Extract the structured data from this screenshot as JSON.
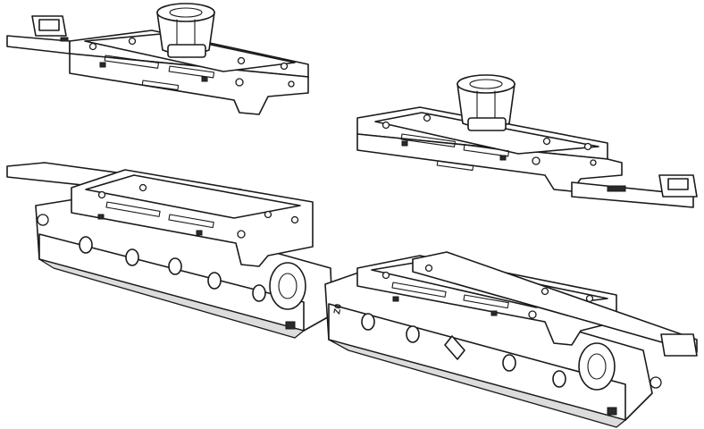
{
  "figure": {
    "style": "monochrome line-art technical drawing",
    "colors": {
      "line": "#1a1a1a",
      "background": "#ffffff",
      "shade": "#dcdcdc"
    },
    "parts": [
      {
        "id": "mounting-plate-top-left",
        "kind": "mounting plate with adjusting knob"
      },
      {
        "id": "mounting-plate-top-right",
        "kind": "mounting plate with adjusting knob"
      },
      {
        "id": "roller-carriage-bottom-left",
        "kind": "roller carriage with mounting plate"
      },
      {
        "id": "roller-carriage-bottom-right",
        "kind": "roller carriage with mounting plate"
      }
    ],
    "marking": "Z0"
  }
}
